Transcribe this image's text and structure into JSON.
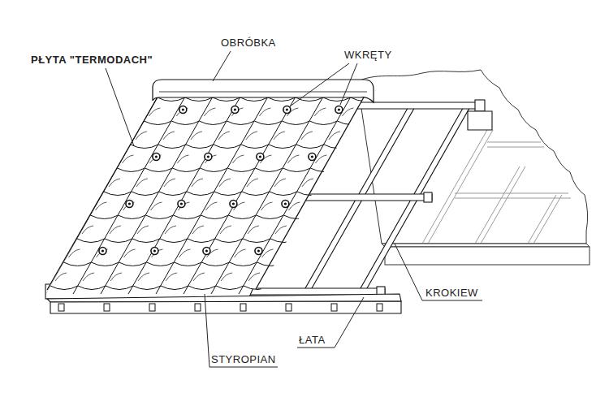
{
  "diagram": {
    "labels": [
      "PŁYTA \"TERMODACH\"",
      "OBRÓBKA",
      "WKRĘTY",
      "KROKIEW",
      "ŁATA",
      "STYROPIAN"
    ]
  }
}
